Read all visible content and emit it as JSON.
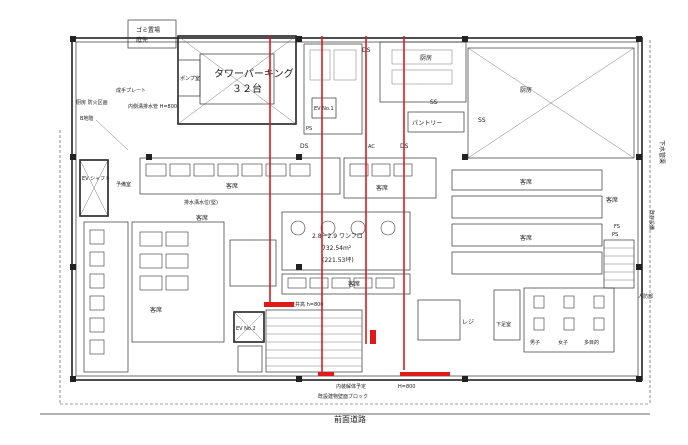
{
  "labels": {
    "trash_room": "ゴミ置場",
    "trash_room2": "庭先",
    "tower_parking": "タワーパーキング",
    "tower_parking_count": "３２台",
    "pump_room": "ポンプ室",
    "kitchen_top": "厨房",
    "ds_top": "DS",
    "ss_right": "SS",
    "pantry": "パントリー",
    "ss_mid": "SS",
    "kitchen_right_top": "厨房",
    "ds_left": "DS",
    "ac_label": "AC",
    "ds_mid": "DS",
    "ps_label": "PS",
    "ev_no1_top": "EV No.1",
    "guest_a": "客席",
    "guest_b": "客席",
    "guest_c": "客席",
    "guest_d": "客席",
    "guest_e": "客席",
    "guest_f": "客席",
    "guest_g": "客席",
    "guest_h": "客席",
    "ev_shaft": "EV シャフト",
    "prep_room": "予備室",
    "storage": "倉庫",
    "note_plate": "成手プレート",
    "note_drain": "内側溝排水管 H=800",
    "note_left_small": "厨房 防火区画",
    "note_basement": "B地階",
    "note_water": "排水溝水位(堅)",
    "area_line1": "2.8ー2.9 ワンフロ",
    "area_line2": "732.54m²",
    "area_line3": "(221.53坪)",
    "ceiling_note": "天井高 h=800",
    "register": "レジ",
    "lobby": "下足室",
    "wc_m": "男子",
    "wc_f": "女子",
    "wc_h": "多目的",
    "ev_no2": "EV No.2",
    "cash_note": "内装解体予定",
    "block_note": "既設建物壁面ブロック",
    "road": "前面道路",
    "sewer": "下水管渠",
    "right_vertical": "既存設備",
    "right_small1": "PS",
    "right_small2": "人防部",
    "h_note": "H=800",
    "fs_label": "FS"
  },
  "colors": {
    "line": "#222222",
    "highlight": "#e0191b",
    "background": "#ffffff"
  }
}
